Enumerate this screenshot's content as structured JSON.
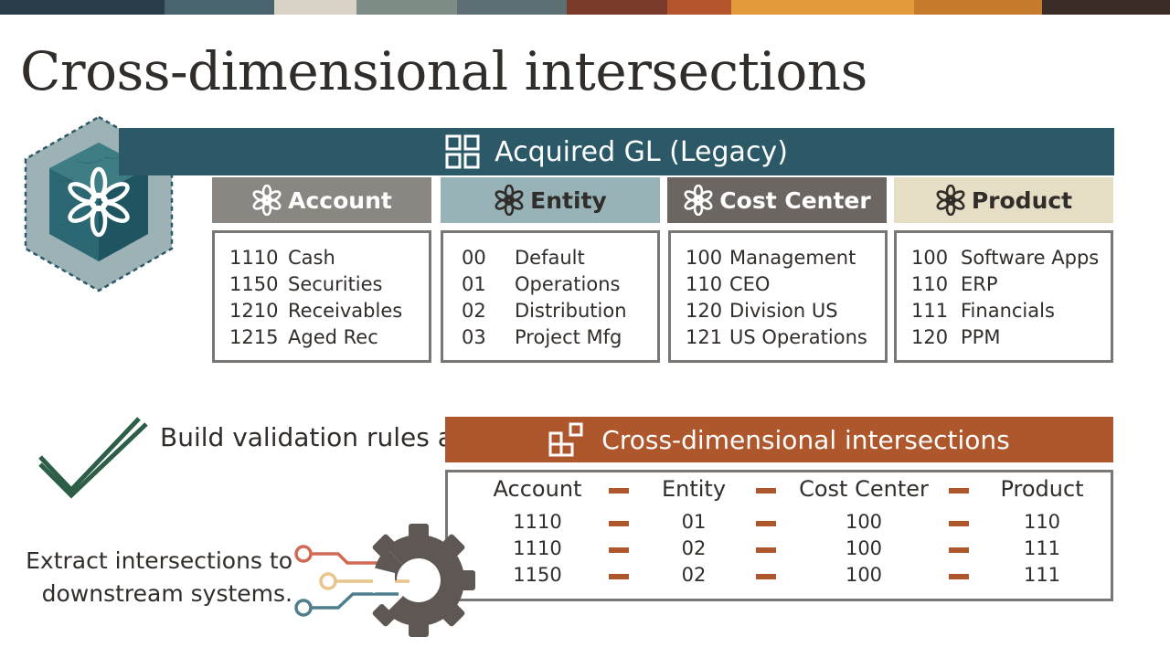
{
  "slide": {
    "title": "Cross-dimensional intersections",
    "legacy_label": "Acquired GL (Legacy)",
    "dimensions": [
      {
        "name": "Account",
        "header_bg": "#8a8682",
        "header_fg": "#ffffff",
        "rows": [
          {
            "code": "1110",
            "name": "Cash"
          },
          {
            "code": "1150",
            "name": "Securities"
          },
          {
            "code": "1210",
            "name": "Receivables"
          },
          {
            "code": "1215",
            "name": "Aged Rec"
          }
        ]
      },
      {
        "name": "Entity",
        "header_bg": "#97b3b7",
        "header_fg": "#312d2a",
        "rows": [
          {
            "code": "00",
            "name": "Default"
          },
          {
            "code": "01",
            "name": "Operations"
          },
          {
            "code": "02",
            "name": "Distribution"
          },
          {
            "code": "03",
            "name": "Project Mfg"
          }
        ]
      },
      {
        "name": "Cost Center",
        "header_bg": "#6c6662",
        "header_fg": "#ffffff",
        "rows": [
          {
            "code": "100",
            "name": "Management"
          },
          {
            "code": "110",
            "name": "CEO"
          },
          {
            "code": "120",
            "name": "Division US"
          },
          {
            "code": "121",
            "name": "US Operations"
          }
        ]
      },
      {
        "name": "Product",
        "header_bg": "#e5ddc4",
        "header_fg": "#312d2a",
        "rows": [
          {
            "code": "100",
            "name": "Software Apps"
          },
          {
            "code": "110",
            "name": "ERP"
          },
          {
            "code": "111",
            "name": "Financials"
          },
          {
            "code": "120",
            "name": "PPM"
          }
        ]
      }
    ],
    "points": [
      "Build validation rules across dimensions.",
      "Extract intersections to downstream systems."
    ],
    "intersections": {
      "title": "Cross-dimensional intersections",
      "columns": [
        "Account",
        "Entity",
        "Cost Center",
        "Product"
      ],
      "rows": [
        [
          "1110",
          "01",
          "100",
          "110"
        ],
        [
          "1110",
          "02",
          "100",
          "111"
        ],
        [
          "1150",
          "02",
          "100",
          "111"
        ]
      ]
    },
    "icons": {
      "legacy": "grid-icon",
      "dimension": "flower-icon",
      "intersections": "blocks-icon",
      "check": "checkmark-icon",
      "gear": "gear-icon",
      "hexagon": "cube-hexagon-icon"
    },
    "colors": {
      "teal": "#2c5967",
      "rust": "#ae562c",
      "text": "#312d2a",
      "border": "#7a7673"
    }
  }
}
